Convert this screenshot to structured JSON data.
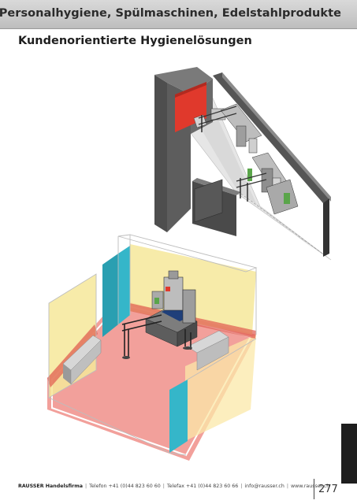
{
  "header": {
    "title": "Personalhygiene, Spülmaschinen, Edelstahlprodukte"
  },
  "section": {
    "title": "Kundenorientierte Hygienelösungen"
  },
  "illustrations": [
    {
      "name": "room-plan-top",
      "icon": "hygiene-room-3d-render"
    },
    {
      "name": "room-plan-bottom",
      "icon": "hygiene-room-3d-render"
    }
  ],
  "colors": {
    "red_zone": "#e0392c",
    "pink_floor": "#f2a09b",
    "yellow_zone": "#f5e58c",
    "cyan_wall": "#35b6c9",
    "wall_gray": "#5a5a5a"
  },
  "footer": {
    "brand": "RAUSSER Handelsfirma",
    "phone": "Telefon +41 (0)44 823 60 60",
    "fax": "Telefax +41 (0)44 823 60 66",
    "email": "info@rausser.ch",
    "website": "www.rausser.ch"
  },
  "page": {
    "number": "277"
  }
}
